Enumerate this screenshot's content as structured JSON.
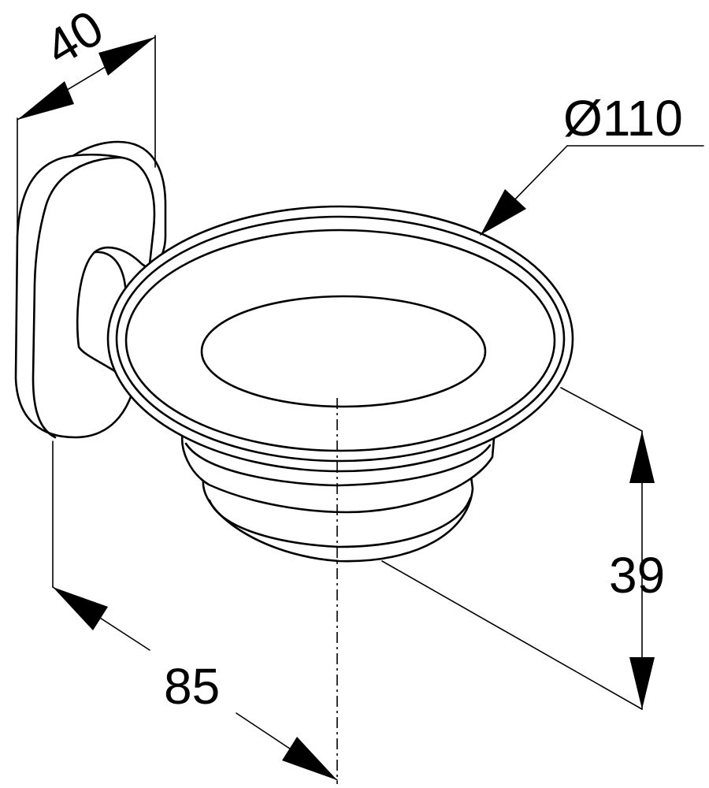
{
  "drawing": {
    "dimensions": {
      "depth": "40",
      "diameter": "Ø110",
      "height": "39",
      "projection": "85"
    }
  }
}
